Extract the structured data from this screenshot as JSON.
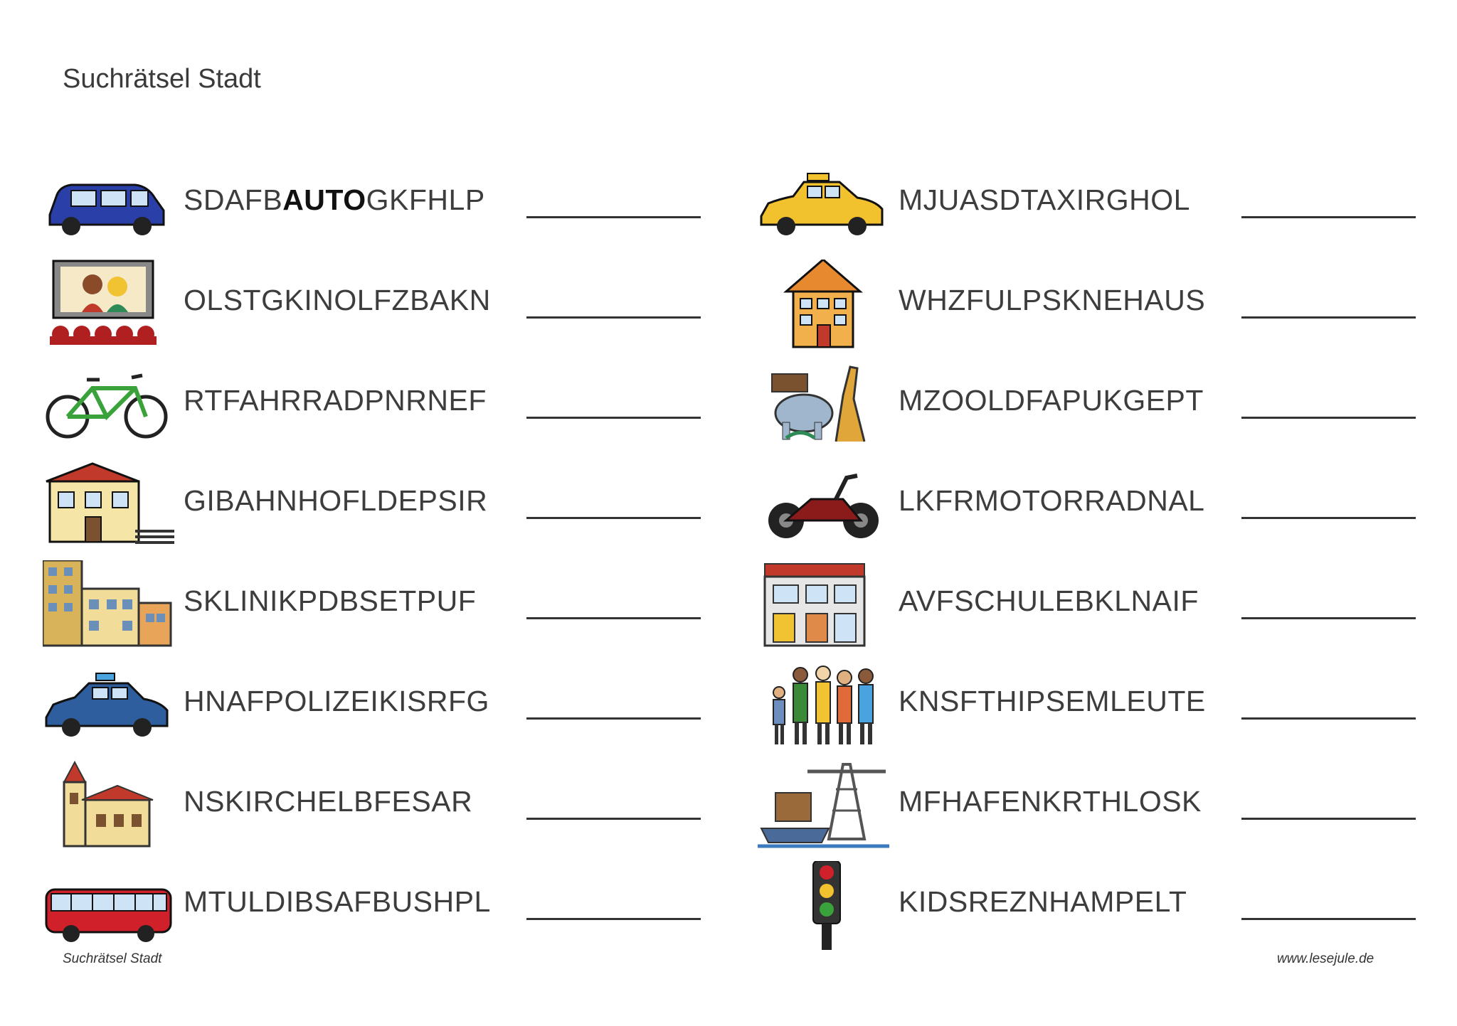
{
  "title": "Suchrätsel Stadt",
  "footer": {
    "left": "Suchrätsel Stadt",
    "right": "www.lesejule.de"
  },
  "left_items": [
    {
      "icon": "car-icon",
      "pre": "SDAFB",
      "bold": "AUTO",
      "post": "GKFHLP"
    },
    {
      "icon": "cinema-icon",
      "pre": "OLSTGKINOLFZBAKN",
      "bold": "",
      "post": ""
    },
    {
      "icon": "bicycle-icon",
      "pre": "RTFAHRRADPNRNEF",
      "bold": "",
      "post": ""
    },
    {
      "icon": "train-station-icon",
      "pre": "GIBAHNHOFLDEPSIR",
      "bold": "",
      "post": ""
    },
    {
      "icon": "hospital-icon",
      "pre": "SKLINIKPDBSETPUF",
      "bold": "",
      "post": ""
    },
    {
      "icon": "police-car-icon",
      "pre": "HNAFPOLIZEIKISRFG",
      "bold": "",
      "post": ""
    },
    {
      "icon": "church-icon",
      "pre": "NSKIRCHELBFESAR",
      "bold": "",
      "post": ""
    },
    {
      "icon": "bus-icon",
      "pre": "MTULDIBSAFBUSHPL",
      "bold": "",
      "post": ""
    }
  ],
  "right_items": [
    {
      "icon": "taxi-icon",
      "pre": "MJUASDTAXIRGHOL",
      "bold": "",
      "post": ""
    },
    {
      "icon": "house-icon",
      "pre": "WHZFULPSKNEHAUS",
      "bold": "",
      "post": ""
    },
    {
      "icon": "zoo-icon",
      "pre": "MZOOLDFAPUKGEPT",
      "bold": "",
      "post": ""
    },
    {
      "icon": "motorcycle-icon",
      "pre": "LKFRMOTORRADNAL",
      "bold": "",
      "post": ""
    },
    {
      "icon": "school-icon",
      "pre": "AVFSCHULEBKLNAIF",
      "bold": "",
      "post": ""
    },
    {
      "icon": "people-icon",
      "pre": "KNSFTHIPSEMLEUTE",
      "bold": "",
      "post": ""
    },
    {
      "icon": "harbor-icon",
      "pre": "MFHAFENKRTHLOSK",
      "bold": "",
      "post": ""
    },
    {
      "icon": "traffic-light-icon",
      "pre": "KIDSREZNHAMPELT",
      "bold": "",
      "post": ""
    }
  ],
  "colors": {
    "car": "#2a3fa8",
    "taxi": "#f2c12e",
    "police": "#2e5e9e",
    "bus": "#d0202a",
    "bike_frame": "#3aa23a",
    "house": "#f0a040",
    "text": "#3d3d3d",
    "line": "#333333"
  }
}
